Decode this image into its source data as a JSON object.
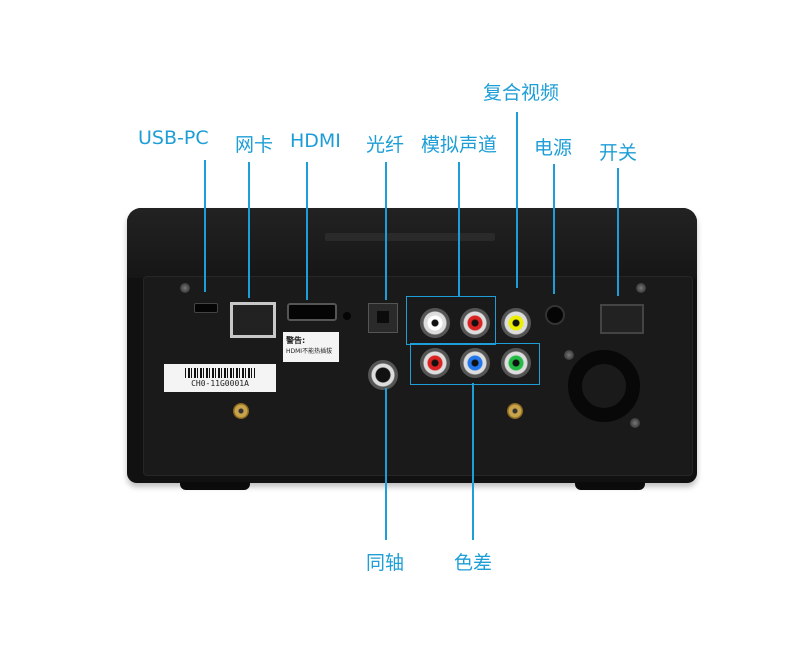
{
  "labels": {
    "usb_pc": "USB-PC",
    "lan": "网卡",
    "hdmi": "HDMI",
    "optical": "光纤",
    "analog_audio": "模拟声道",
    "composite_video": "复合视频",
    "power": "电源",
    "switch": "开关",
    "coaxial": "同轴",
    "component": "色差"
  },
  "stickers": {
    "warning_title": "警告:",
    "warning_text": "HDMI不能热插拔",
    "serial": "CH0-11G0001A"
  },
  "colors": {
    "accent": "#1e9ed6"
  }
}
